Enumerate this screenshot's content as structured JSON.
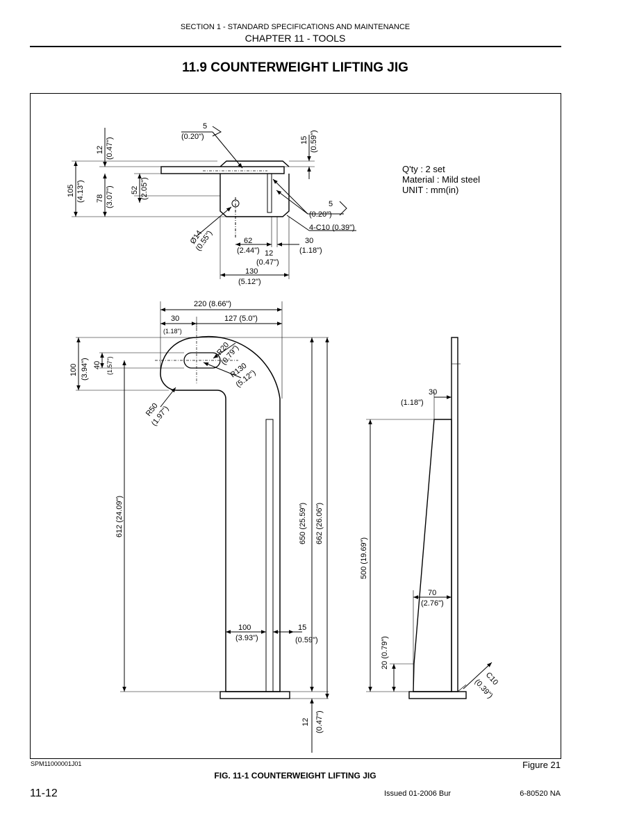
{
  "header": {
    "section": "SECTION 1 - STANDARD SPECIFICATIONS AND MAINTENANCE",
    "chapter": "CHAPTER 11 - TOOLS"
  },
  "title": "11.9  COUNTERWEIGHT LIFTING JIG",
  "notes": {
    "qty": "Q'ty : 2 set",
    "material": "Material : Mild steel",
    "unit": "UNIT : mm(in)"
  },
  "top_view": {
    "weld_5": "5",
    "weld_5_in": "(0.20\")",
    "dim_15": "15",
    "dim_15_in": "(0.59\")",
    "dim_12": "12",
    "dim_12_in": "(0.47\")",
    "dim_105": "105",
    "dim_105_in": "(4.13\")",
    "dim_78": "78",
    "dim_78_in": "(3.07\")",
    "dim_52": "52",
    "dim_52_in": "(2.05\")",
    "hole": "Ø14",
    "hole_in": "(0.55\")",
    "weld_5b": "5",
    "weld_5b_in": "(0.20\")",
    "chamfer": "4-C10  (0.39\")",
    "dim_62": "62",
    "dim_62_in": "(2.44\")",
    "dim_12b": "12",
    "dim_12b_in": "(0.47\")",
    "dim_30": "30",
    "dim_30_in": "(1.18\")",
    "dim_130": "130",
    "dim_130_in": "(5.12\")"
  },
  "front_view": {
    "dim_220": "220 (8.66\")",
    "dim_30": "30",
    "dim_30_in": "(1.18\")",
    "dim_127": "127 (5.0\")",
    "dim_100": "100",
    "dim_100_in": "(3.94\")",
    "dim_40": "40",
    "dim_40_in": "(1.57\")",
    "r20": "R20",
    "r20_in": "(0.79\")",
    "r130": "R130",
    "r130_in": "(5.12\")",
    "r50": "R50",
    "r50_in": "(1.97\")",
    "dim_612": "612 (24.09\")",
    "dim_650": "650 (25.59\")",
    "dim_662": "662 (26.06\")",
    "dim_100b": "100",
    "dim_100b_in": "(3.93\")",
    "dim_15": "15",
    "dim_15_in": "(0.59\")",
    "dim_12": "12",
    "dim_12_in": "(0.47\")"
  },
  "side_view": {
    "dim_30": "30",
    "dim_30_in": "(1.18\")",
    "dim_500": "500 (19.69\")",
    "dim_70": "70",
    "dim_70_in": "(2.76\")",
    "dim_20": "20 (0.79\")",
    "c10": "C10",
    "c10_in": "(0.39\")"
  },
  "footer": {
    "figure_code": "SPM11000001J01",
    "figure_number": "Figure 21",
    "caption": "FIG. 11-1 COUNTERWEIGHT LIFTING JIG",
    "page": "11-12",
    "issued": "Issued 01-2006    Bur",
    "doc_no": "6-80520 NA"
  }
}
